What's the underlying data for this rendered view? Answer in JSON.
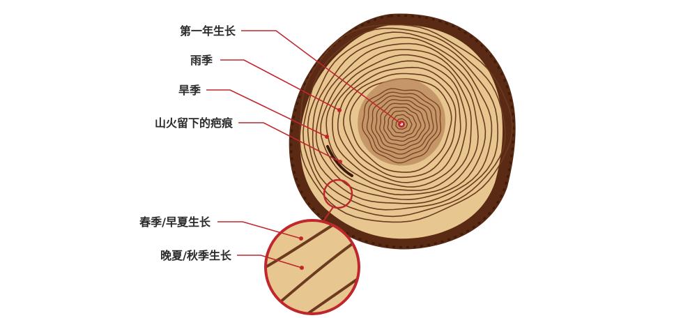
{
  "labels": {
    "first_year": "第一年生长",
    "rainy_season": "雨季",
    "dry_season": "旱季",
    "fire_scar": "山火留下的疤痕",
    "spring_growth": "春季/早夏生长",
    "summer_growth": "晚夏/秋季生长"
  },
  "colors": {
    "bark": "#5a2a14",
    "sapwood": "#e8c690",
    "heartwood": "#b9865a",
    "ring_line": "#6b3a1f",
    "pointer": "#c0272d",
    "text": "#2a2a2a"
  }
}
